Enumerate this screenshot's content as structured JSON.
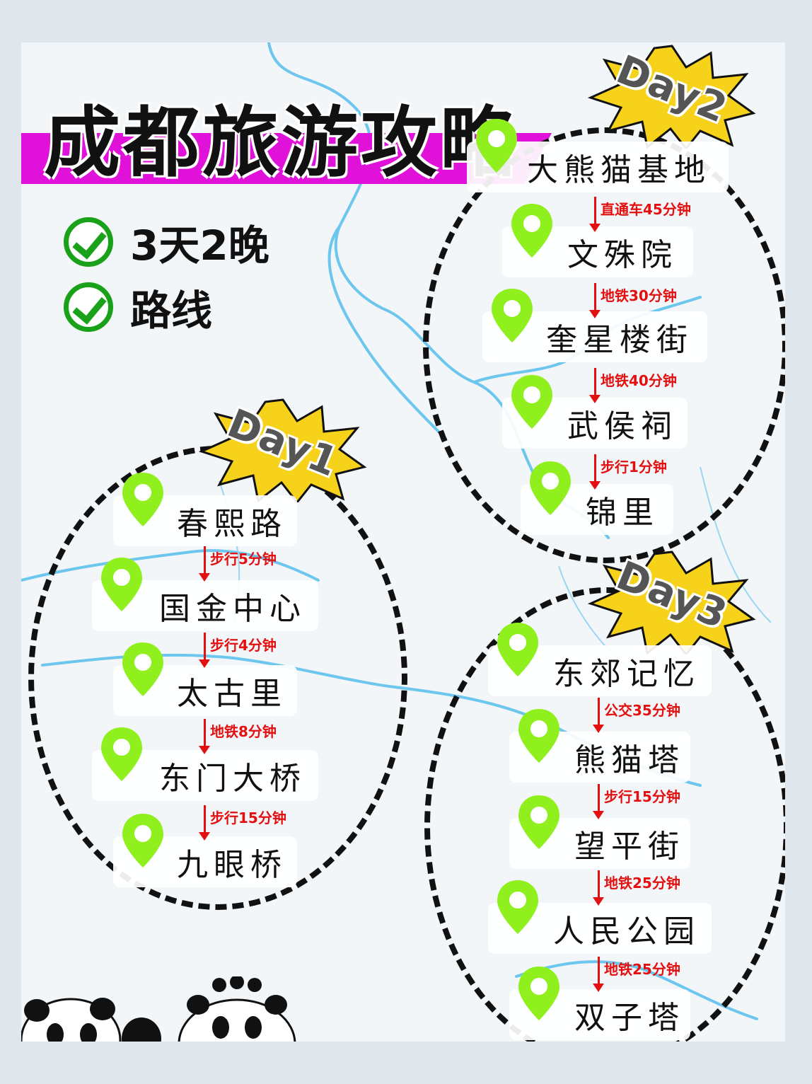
{
  "title": "成都旅游攻略",
  "highlights": [
    "3天2晚",
    "路线"
  ],
  "days": [
    {
      "label": "Day1",
      "stops": [
        "春熙路",
        "国金中心",
        "太古里",
        "东门大桥",
        "九眼桥"
      ],
      "transits": [
        "步行5分钟",
        "步行4分钟",
        "地铁8分钟",
        "步行15分钟"
      ]
    },
    {
      "label": "Day2",
      "stops": [
        "大熊猫基地",
        "文殊院",
        "奎星楼街",
        "武侯祠",
        "锦里"
      ],
      "transits": [
        "直通车45分钟",
        "地铁30分钟",
        "地铁40分钟",
        "步行1分钟"
      ]
    },
    {
      "label": "Day3",
      "stops": [
        "东郊记忆",
        "熊猫塔",
        "望平街",
        "人民公园",
        "双子塔"
      ],
      "transits": [
        "公交35分钟",
        "步行15分钟",
        "地铁25分钟",
        "地铁25分钟"
      ]
    }
  ],
  "colors": {
    "accent": "#e011d8",
    "pin": "#8ff01e",
    "check": "#1aa11a",
    "transit": "#e21010",
    "badge": "#f7d21a"
  }
}
